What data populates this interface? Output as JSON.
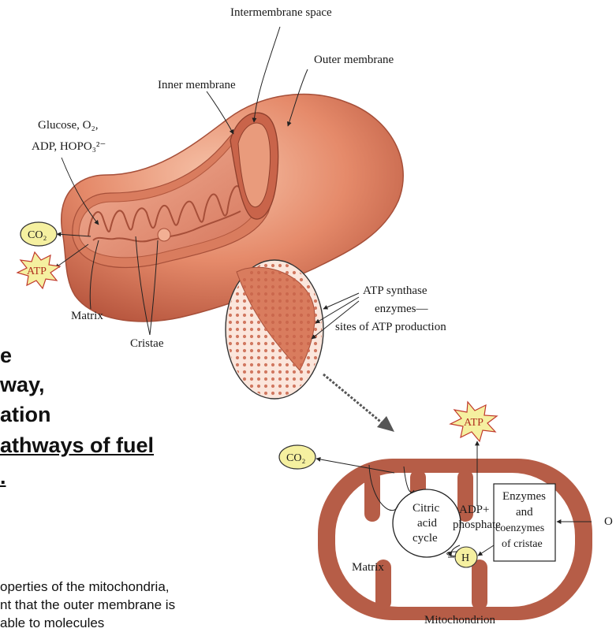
{
  "slide_text": {
    "heading_lines": [
      "e",
      "way,",
      "ation",
      "athways of fuel",
      "."
    ],
    "body_lines": [
      "operties of the mitochondria,",
      "nt that the outer membrane is",
      "able to molecules"
    ]
  },
  "top_diagram": {
    "labels": {
      "intermembrane_space": "Intermembrane space",
      "outer_membrane": "Outer membrane",
      "inner_membrane": "Inner membrane",
      "inputs_line1": "Glucose, O₂,",
      "inputs_line2": "ADP, HOPO₃²⁻",
      "co2": "CO₂",
      "atp": "ATP",
      "matrix": "Matrix",
      "cristae": "Cristae",
      "atp_synthase_line1": "ATP synthase",
      "atp_synthase_line2": "enzymes—",
      "atp_synthase_line3": "sites of ATP production"
    }
  },
  "bottom_diagram": {
    "labels": {
      "atp": "ATP",
      "co2": "CO₂",
      "citric_line1": "Citric",
      "citric_line2": "acid",
      "citric_line3": "cycle",
      "adp_line1": "ADP+",
      "adp_line2": "phosphate",
      "enzymes_line1": "Enzymes",
      "enzymes_line2": "and",
      "enzymes_line3": "coenzymes",
      "enzymes_line4": "of cristae",
      "h": "H",
      "o2": "O",
      "matrix": "Matrix",
      "mitochondrion": "Mitochondrion"
    }
  },
  "colors": {
    "membrane": "#e58a6a",
    "membrane_dark": "#c9644a",
    "membrane_light": "#f3b79c",
    "wall_brown": "#b65d47",
    "yellow": "#f5f0a0"
  }
}
